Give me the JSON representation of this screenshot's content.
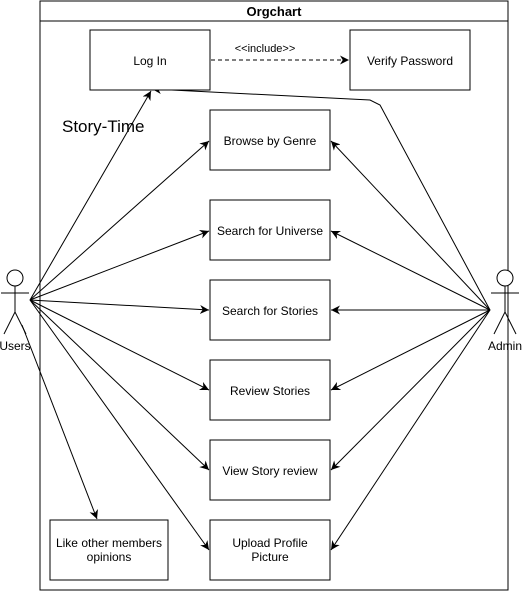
{
  "frame": {
    "title": "Orgchart"
  },
  "system_label": "Story-Time",
  "actors": {
    "users": "Users",
    "admin": "Admin"
  },
  "use_cases": {
    "login": "Log In",
    "verify": "Verify Password",
    "browse": "Browse by Genre",
    "universe": "Search for Universe",
    "stories": "Search for Stories",
    "review": "Review Stories",
    "view_review": "View Story review",
    "upload_line1": "Upload Profile",
    "upload_line2": "Picture",
    "like_line1": "Like other members",
    "like_line2": "opinions"
  },
  "relations": {
    "include": "<<include>>"
  }
}
